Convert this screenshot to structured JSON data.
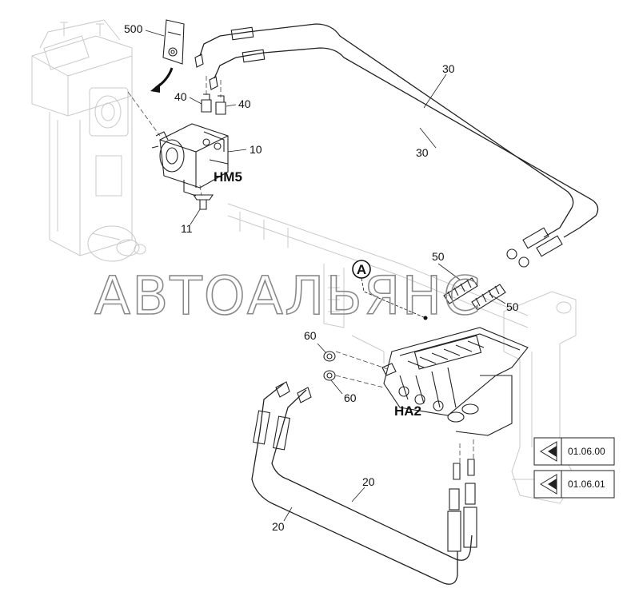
{
  "watermark": "АВТОАЛЬЯНС",
  "callouts": {
    "c500": "500",
    "c40a": "40",
    "c40b": "40",
    "c10": "10",
    "c11": "11",
    "c30a": "30",
    "c30b": "30",
    "c50a": "50",
    "c50b": "50",
    "c60a": "60",
    "c60b": "60",
    "c20a": "20",
    "c20b": "20",
    "detail_a": "A"
  },
  "components": {
    "motor": "HM5",
    "valve": "HA2"
  },
  "references": [
    {
      "code": "01.06.00",
      "icon": "eye-view-icon"
    },
    {
      "code": "01.06.01",
      "icon": "eye-view-icon"
    }
  ],
  "colors": {
    "line": "#222222",
    "background_part": "#c9c9c9",
    "watermark": "#8a8a8a"
  }
}
